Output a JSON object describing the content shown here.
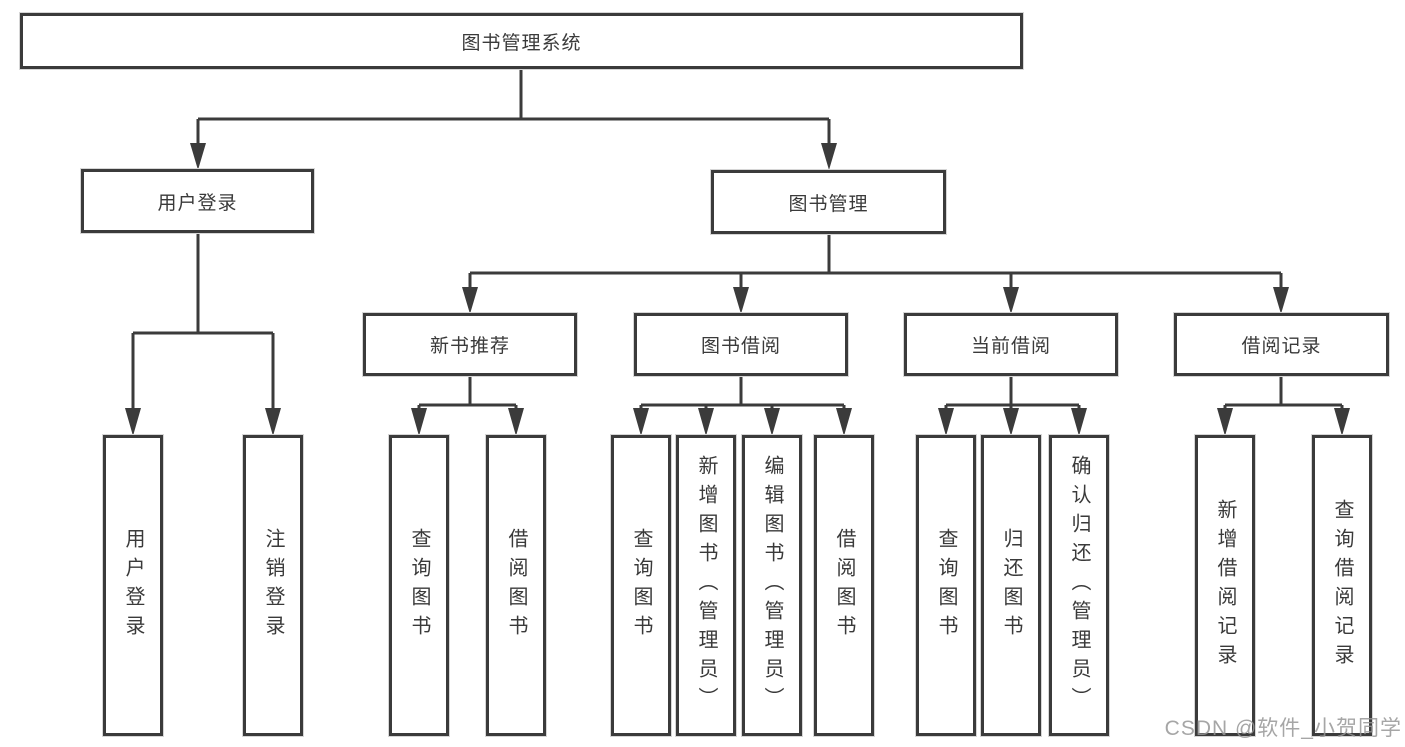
{
  "diagram": {
    "type": "hierarchy-tree",
    "tree": {
      "label": "图书管理系统",
      "children": [
        {
          "label": "用户登录",
          "children": [
            {
              "label": "用户登录"
            },
            {
              "label": "注销登录"
            }
          ]
        },
        {
          "label": "图书管理",
          "children": [
            {
              "label": "新书推荐",
              "children": [
                {
                  "label": "查询图书"
                },
                {
                  "label": "借阅图书"
                }
              ]
            },
            {
              "label": "图书借阅",
              "children": [
                {
                  "label": "查询图书"
                },
                {
                  "label": "新增图书（管理员）"
                },
                {
                  "label": "编辑图书（管理员）"
                },
                {
                  "label": "借阅图书"
                }
              ]
            },
            {
              "label": "当前借阅",
              "children": [
                {
                  "label": "查询图书"
                },
                {
                  "label": "归还图书"
                },
                {
                  "label": "确认归还（管理员）"
                }
              ]
            },
            {
              "label": "借阅记录",
              "children": [
                {
                  "label": "新增借阅记录"
                },
                {
                  "label": "查询借阅记录"
                }
              ]
            }
          ]
        }
      ]
    },
    "colors": {
      "line": "#3b3b3b",
      "box_border": "#3b3b3b",
      "text": "#3a3a3a",
      "background": "#ffffff",
      "watermark": "#969696"
    },
    "watermark": "CSDN @软件_小贺同学"
  }
}
